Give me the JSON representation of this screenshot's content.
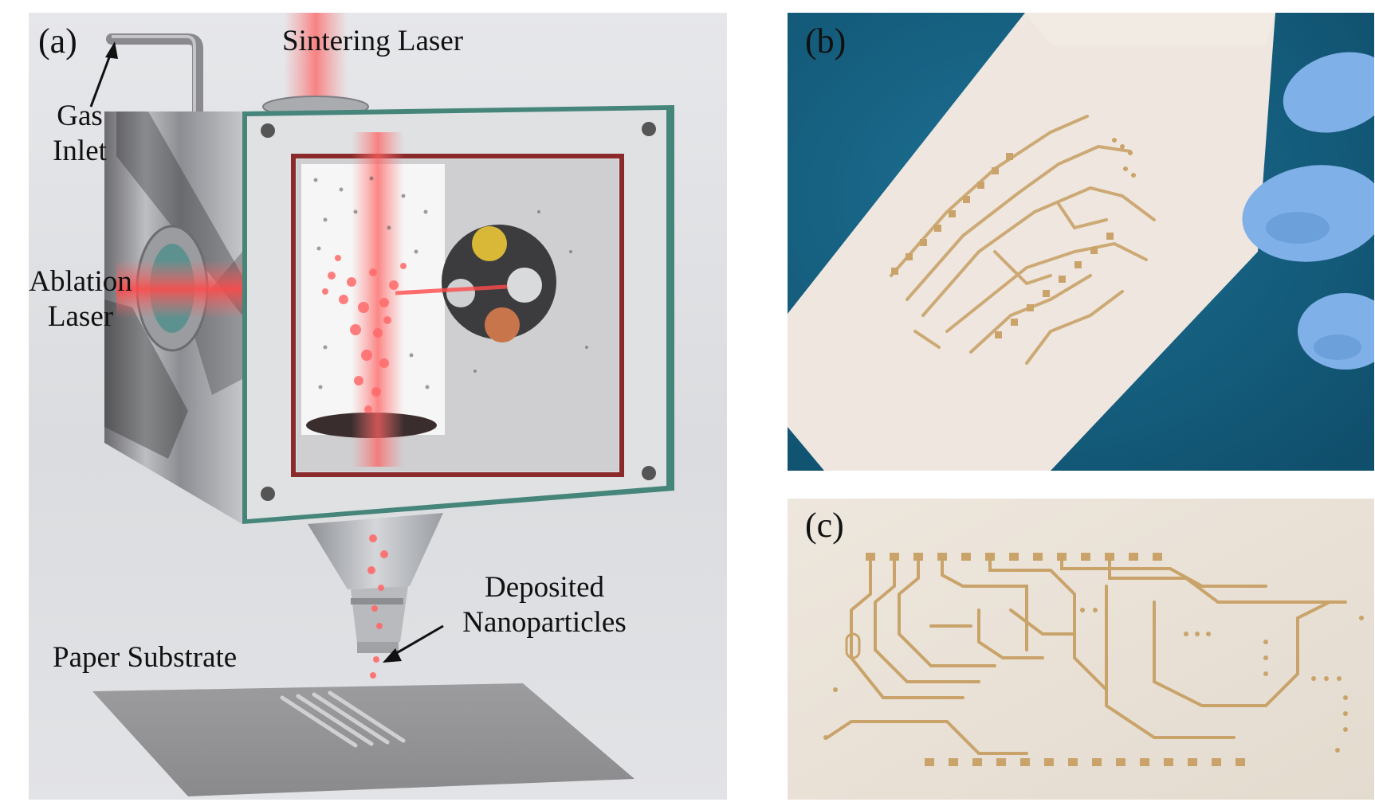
{
  "figure": {
    "panel_a": {
      "letter": "(a)",
      "labels": {
        "sintering_laser": "Sintering Laser",
        "gas_inlet_line1": "Gas",
        "gas_inlet_line2": "Inlet",
        "ablation_laser_line1": "Ablation",
        "ablation_laser_line2": "Laser",
        "deposited_line1": "Deposited",
        "deposited_line2": "Nanoparticles",
        "paper_substrate": "Paper Substrate"
      }
    },
    "panel_b": {
      "letter": "(b)"
    },
    "panel_c": {
      "letter": "(c)"
    }
  },
  "colors": {
    "laser_red": "#ff5f5f",
    "chamber_frame": "#3f7f74",
    "inner_border": "#8a2a2a",
    "panel_b_background": "#16607f",
    "circuit_gold": "#c9a36a",
    "glove_blue": "#7fb0e8",
    "target_gold": "#d8b836",
    "target_copper": "#c8754c",
    "target_silver": "#d9dadc"
  }
}
